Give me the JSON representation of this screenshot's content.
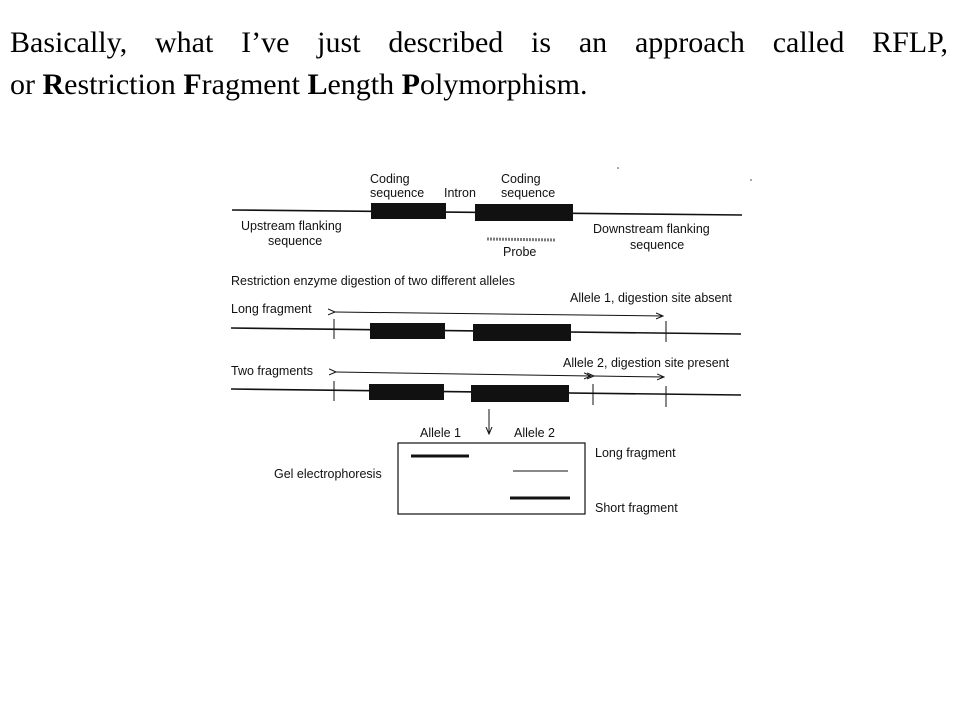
{
  "slide": {
    "line1": "Basically, what I’ve just described is an approach called RFLP,",
    "line2": {
      "prefix": "or ",
      "r_bold": "R",
      "r_rest": "estriction ",
      "f_bold": "F",
      "f_rest": "ragment ",
      "l_bold": "L",
      "l_rest": "ength ",
      "p_bold": "P",
      "p_rest": "olymorphism."
    }
  },
  "diagram": {
    "gene": {
      "coding_left": [
        "Coding",
        "sequence"
      ],
      "intron": "Intron",
      "coding_right": [
        "Coding",
        "sequence"
      ],
      "upstream": [
        "Upstream flanking",
        "sequence"
      ],
      "downstream": [
        "Downstream flanking",
        "sequence"
      ],
      "probe": "Probe"
    },
    "digestion_title": "Restriction enzyme digestion of two different alleles",
    "allele1": {
      "left_label": "Long fragment",
      "right_label": "Allele 1, digestion site absent"
    },
    "allele2": {
      "left_label": "Two fragments",
      "right_label": "Allele 2, digestion site present"
    },
    "gel": {
      "title": "Gel electrophoresis",
      "lane1": "Allele 1",
      "lane2": "Allele 2",
      "long_label": "Long fragment",
      "short_label": "Short fragment"
    },
    "colors": {
      "ink": "#111111",
      "band": "#111111",
      "probe": "#7a7a7a"
    }
  }
}
